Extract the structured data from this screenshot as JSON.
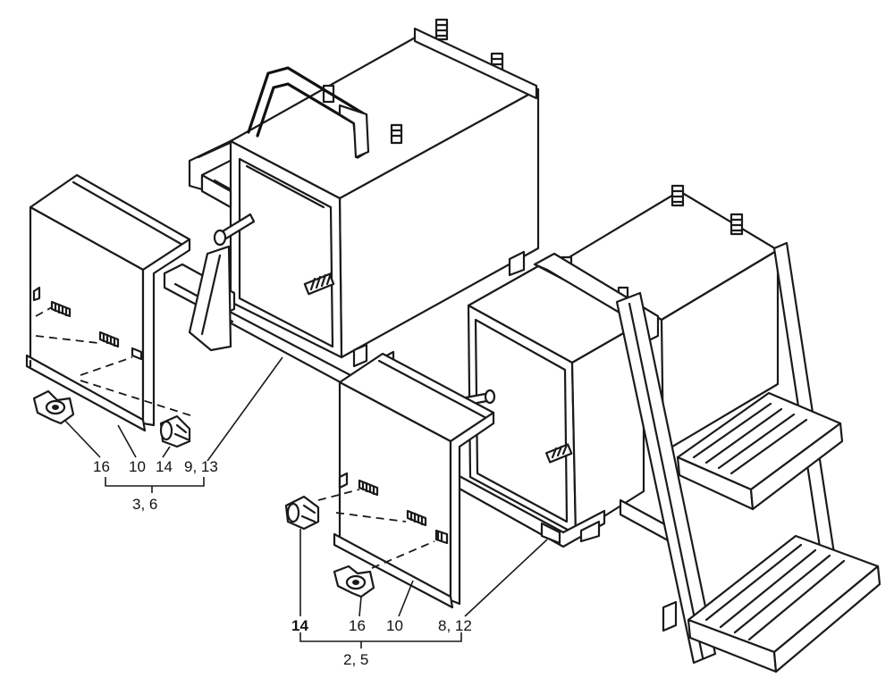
{
  "callouts": {
    "left_group": {
      "part_16": "16",
      "part_10": "10",
      "part_14": "14",
      "part_9_13": "9, 13",
      "assembly": "3, 6"
    },
    "right_group": {
      "part_14": "14",
      "part_16": "16",
      "part_10": "10",
      "part_8_12": "8, 12",
      "assembly": "2, 5"
    }
  },
  "colors": {
    "line": "#1a1a1a",
    "background": "#ffffff"
  }
}
